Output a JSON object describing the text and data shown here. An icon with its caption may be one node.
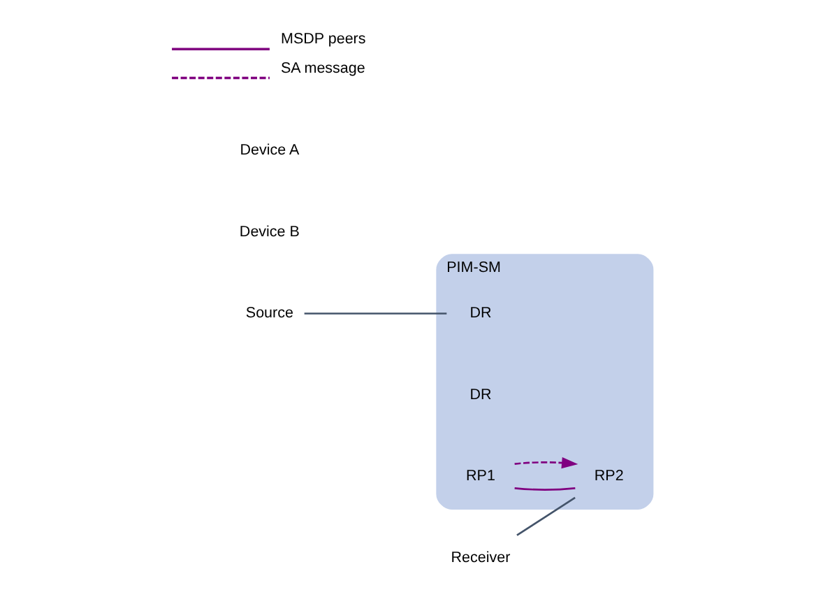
{
  "diagram": {
    "nodes": [
      {
        "text": [
          "Source"
        ]
      },
      {
        "text": [
          "PIM-SM"
        ]
      },
      {
        "text": [
          "DR"
        ],
        "in": 1
      },
      {
        "text": [
          "Receiver"
        ]
      },
      {
        "text": [
          "DR"
        ],
        "in": 1
      },
      {
        "text": [
          "RP2"
        ],
        "in": 1
      },
      {
        "text": [
          "RP1"
        ],
        "in": 1
      }
    ],
    "edges": [
      {
        "from": 0,
        "to": 2,
        "arrow": "none"
      },
      {
        "from": 6,
        "to": 5,
        "arrow": "none",
        "color": "#800080"
      },
      {
        "from": 6,
        "to": 5,
        "arrow": "to",
        "style": "dashed",
        "color": "#800080"
      },
      {
        "from": 3,
        "to": 5,
        "arrow": "none"
      }
    ],
    "labels": [
      "Device B",
      "Device A"
    ],
    "legend": [
      {
        "text": "MSDP peers"
      },
      {
        "text": "SA message"
      }
    ]
  }
}
